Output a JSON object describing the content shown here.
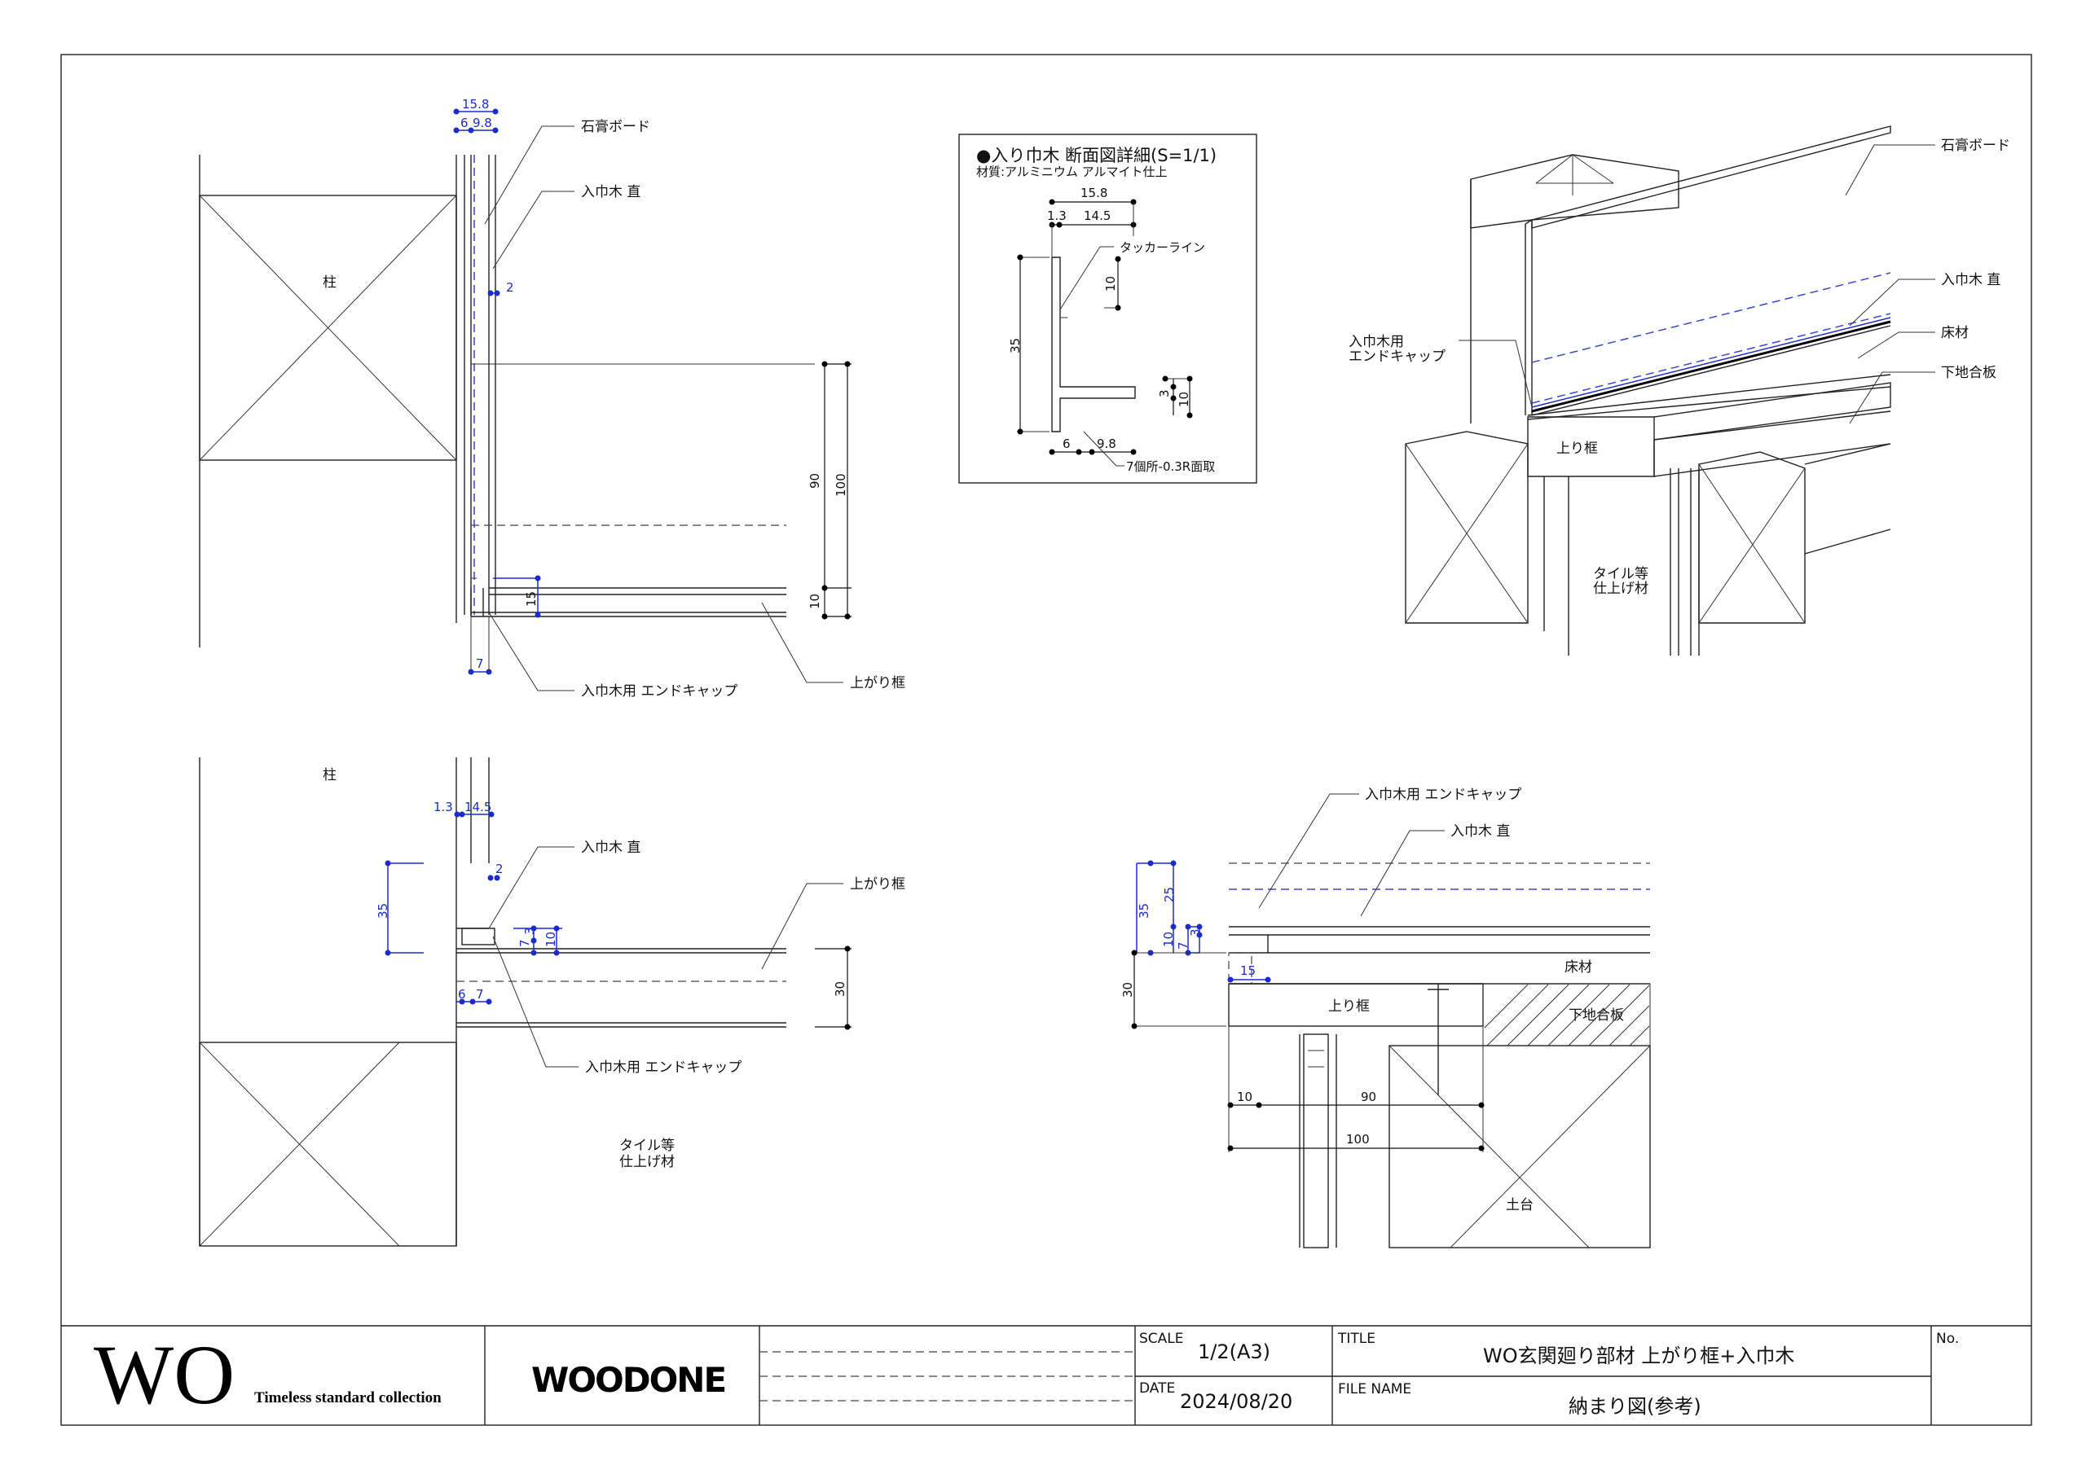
{
  "labels": {
    "hashira": "柱",
    "sekko_board": "石膏ボード",
    "irihabaki_choku": "入巾木 直",
    "irihabaki_endcap": "入巾木用 エンドキャップ",
    "agari_kamachi": "上がり框",
    "agari_kamachi_short": "上り框",
    "tile_line1": "タイル等",
    "tile_line2": "仕上げ材",
    "yukazai": "床材",
    "shitaji_goban": "下地合板",
    "dodai": "土台",
    "endcap_iso_line1": "入巾木用",
    "endcap_iso_line2": "エンドキャップ",
    "tacker_line": "タッカーライン",
    "chamfer_note": "7個所-0.3R面取"
  },
  "detail_box": {
    "title": "●入り巾木 断面図詳細(S=1/1)",
    "material": "材質:アルミニウム アルマイト仕上"
  },
  "dims": {
    "d15_8": "15.8",
    "d6": "6",
    "d9_8": "9.8",
    "d2": "2",
    "d15": "15",
    "d7": "7",
    "d90": "90",
    "d100": "100",
    "d10": "10",
    "d1_3": "1.3",
    "d14_5": "14.5",
    "d35": "35",
    "d3": "3",
    "d30": "30",
    "d25": "25"
  },
  "title_block": {
    "logo_text": "WO",
    "logo_tagline": "Timeless standard collection",
    "brand": "WOODONE",
    "scale_label": "SCALE",
    "scale_value": "1/2(A3)",
    "date_label": "DATE",
    "date_value": "2024/08/20",
    "title_label": "TITLE",
    "title_value": "WO玄関廻り部材 上がり框+入巾木",
    "filename_label": "FILE NAME",
    "filename_value": "納まり図(参考)",
    "no_label": "No."
  }
}
